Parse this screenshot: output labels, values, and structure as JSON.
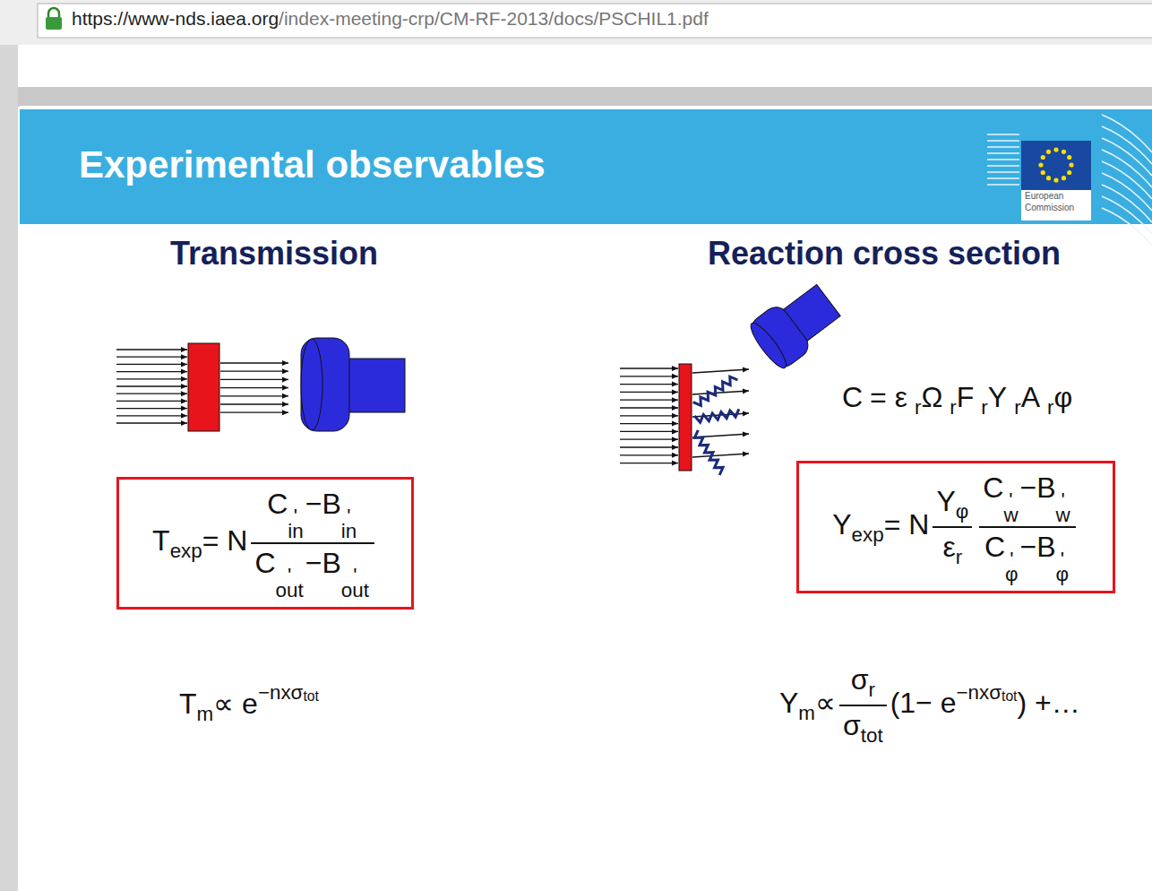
{
  "diagram": {
    "title": "Experimental observables",
    "nodes": [
      {
        "text": [
          "T",
          "exp",
          "= N",
          "C",
          "'",
          "in",
          "−B",
          "'",
          "in",
          "C",
          "'",
          "out",
          "−B",
          "'",
          "out"
        ]
      },
      {
        "text": [
          "Y",
          "exp",
          "= N",
          "Y",
          "φ",
          "ε",
          "r",
          "C",
          "'",
          "w",
          "−B",
          "'",
          "w",
          "C",
          "'",
          "φ",
          "−B",
          "'",
          "φ"
        ]
      }
    ],
    "labels": [
      "https://www-nds.iaea.org",
      "/index-meeting-crp/CM-RF-2013/docs/PSCHIL1.pdf",
      "European",
      "Commission",
      "Transmission",
      "Reaction cross section",
      "C",
      "= ε",
      "r",
      "Ω",
      "r",
      "F",
      "r",
      "Y",
      "r",
      "A",
      "r",
      "φ",
      "T",
      "m",
      "∝ e",
      "−nxσ",
      "tot",
      "Y",
      "m",
      "∝",
      "σ",
      "r",
      "σ",
      "tot",
      "(1− e",
      "−nxσ",
      "tot",
      ") +…"
    ]
  }
}
